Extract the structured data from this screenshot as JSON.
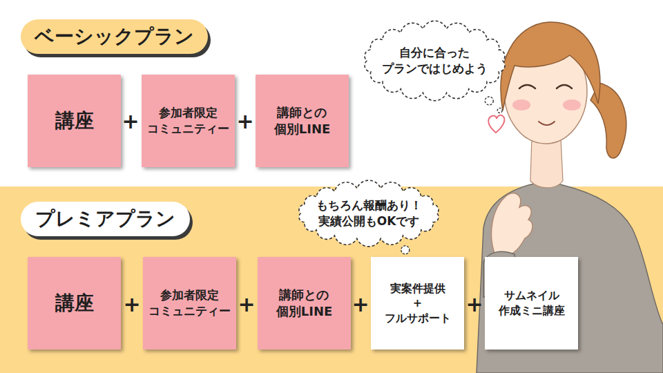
{
  "diagram": {
    "nodes": [
      {
        "text": [
          "ベーシックプラン"
        ]
      },
      {
        "text": [
          "講座"
        ]
      },
      {
        "text": [
          "参加者限定 コミュニティー"
        ]
      },
      {
        "text": [
          "講師との 個別LINE"
        ]
      },
      {
        "text": [
          "自分に合った プランではじめよう"
        ]
      },
      {
        "text": [
          "もちろん報酬あり！ 実績公開もOKです"
        ]
      },
      {
        "text": [
          "プレミアプラン"
        ]
      },
      {
        "text": [
          "講座"
        ]
      },
      {
        "text": [
          "参加者限定 コミュニティー"
        ]
      },
      {
        "text": [
          "講師との 個別LINE"
        ]
      },
      {
        "text": [
          "実案件提供 + フルサポート"
        ]
      },
      {
        "text": [
          "サムネイル 作成ミニ講座"
        ]
      }
    ],
    "labels": [
      "+",
      "+",
      "+",
      "+",
      "+",
      "+"
    ]
  }
}
